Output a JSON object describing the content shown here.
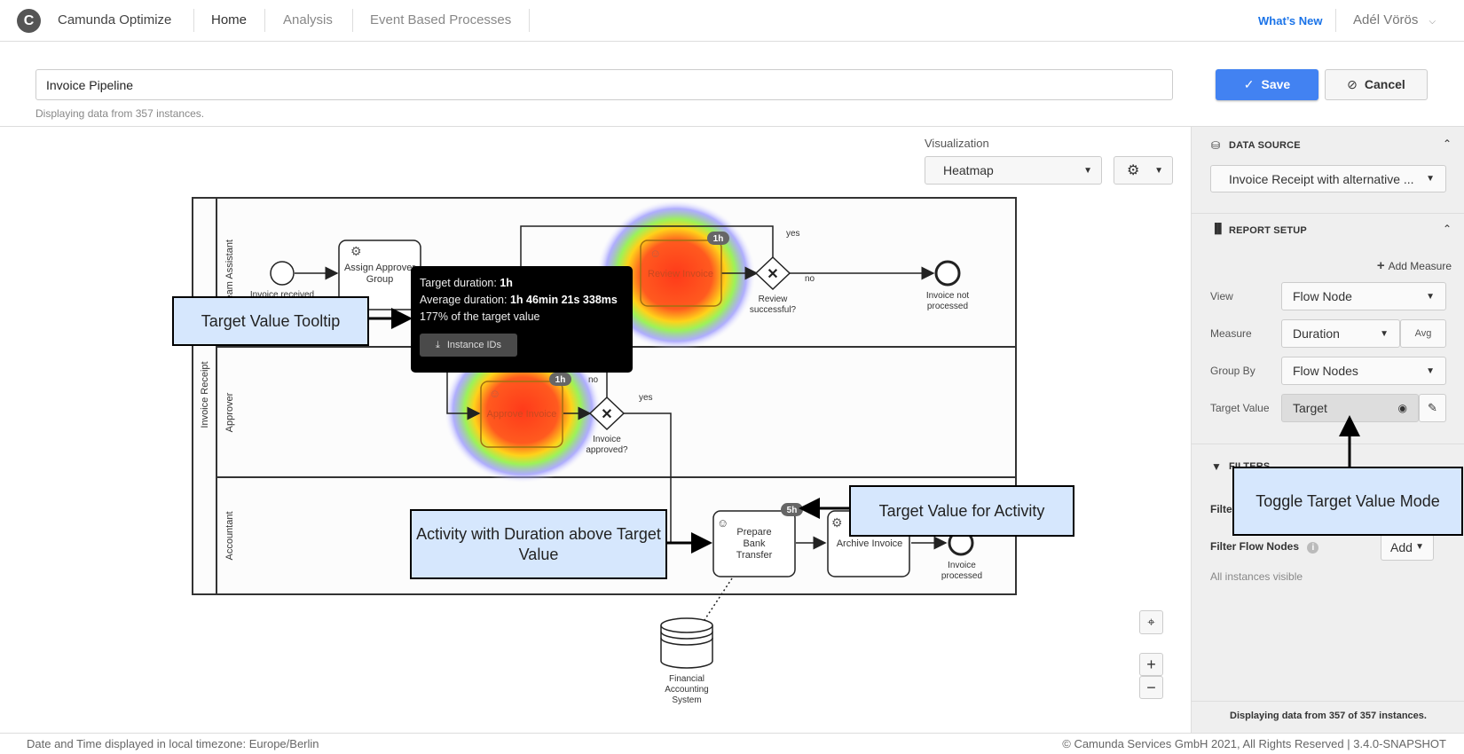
{
  "header": {
    "logo_letter": "C",
    "brand": "Camunda Optimize",
    "nav": [
      {
        "label": "Home",
        "active": true
      },
      {
        "label": "Analysis",
        "active": false
      },
      {
        "label": "Event Based Processes",
        "active": false
      }
    ],
    "whats_new": "What’s New",
    "user_name": "Adél Vörös"
  },
  "report": {
    "name_value": "Invoice Pipeline",
    "instances_info": "Displaying data from 357 instances.",
    "save_label": "Save",
    "cancel_label": "Cancel"
  },
  "visualization": {
    "label": "Visualization",
    "selected": "Heatmap"
  },
  "diagram": {
    "pool": "Invoice Receipt",
    "lanes": [
      "Team Assistant",
      "Approver",
      "Accountant"
    ],
    "nodes": {
      "start": "Invoice received",
      "assign": "Assign Approver Group",
      "review": "Review Invoice",
      "review_gw": "Review successful?",
      "not_processed": "Invoice not processed",
      "approve": "Approve Invoice",
      "approve_gw": "Invoice approved?",
      "prepare": "Prepare Bank Transfer",
      "archive": "Archive Invoice",
      "processed": "Invoice processed",
      "datastore": "Financial Accounting System"
    },
    "flow_labels": {
      "yes": "yes",
      "no": "no"
    },
    "badges": {
      "review": "1h",
      "approve": "1h",
      "prepare": "5h"
    }
  },
  "tooltip": {
    "target_label": "Target duration: ",
    "target_value": "1h",
    "avg_label": "Average duration: ",
    "avg_value": "1h 46min 21s 338ms",
    "percent_text": "177% of the target value",
    "button_label": "Instance IDs"
  },
  "annotations": {
    "tooltip": "Target Value Tooltip",
    "activity_above": "Activity with Duration above Target Value",
    "target_activity": "Target Value for Activity",
    "toggle_mode": "Toggle Target Value Mode"
  },
  "sidebar": {
    "data_source_title": "DATA SOURCE",
    "data_source_value": "Invoice Receipt with alternative ...",
    "report_setup_title": "REPORT SETUP",
    "add_measure": "Add Measure",
    "view_label": "View",
    "view_value": "Flow Node",
    "measure_label": "Measure",
    "measure_value": "Duration",
    "aggregation": "Avg",
    "group_by_label": "Group By",
    "group_by_value": "Flow Nodes",
    "target_label": "Target Value",
    "target_value": "Target",
    "filters_title": "FILTERS",
    "filter_instances_label": "Filter Instances",
    "filter_flow_nodes_label": "Filter Flow Nodes",
    "add_label": "Add",
    "all_visible": "All instances visible",
    "bottom_info": "Displaying data from 357 of 357 instances."
  },
  "footer": {
    "timezone": "Date and Time displayed in local timezone: Europe/Berlin",
    "copyright": "© Camunda Services GmbH 2021, All Rights Reserved | 3.4.0-SNAPSHOT"
  }
}
